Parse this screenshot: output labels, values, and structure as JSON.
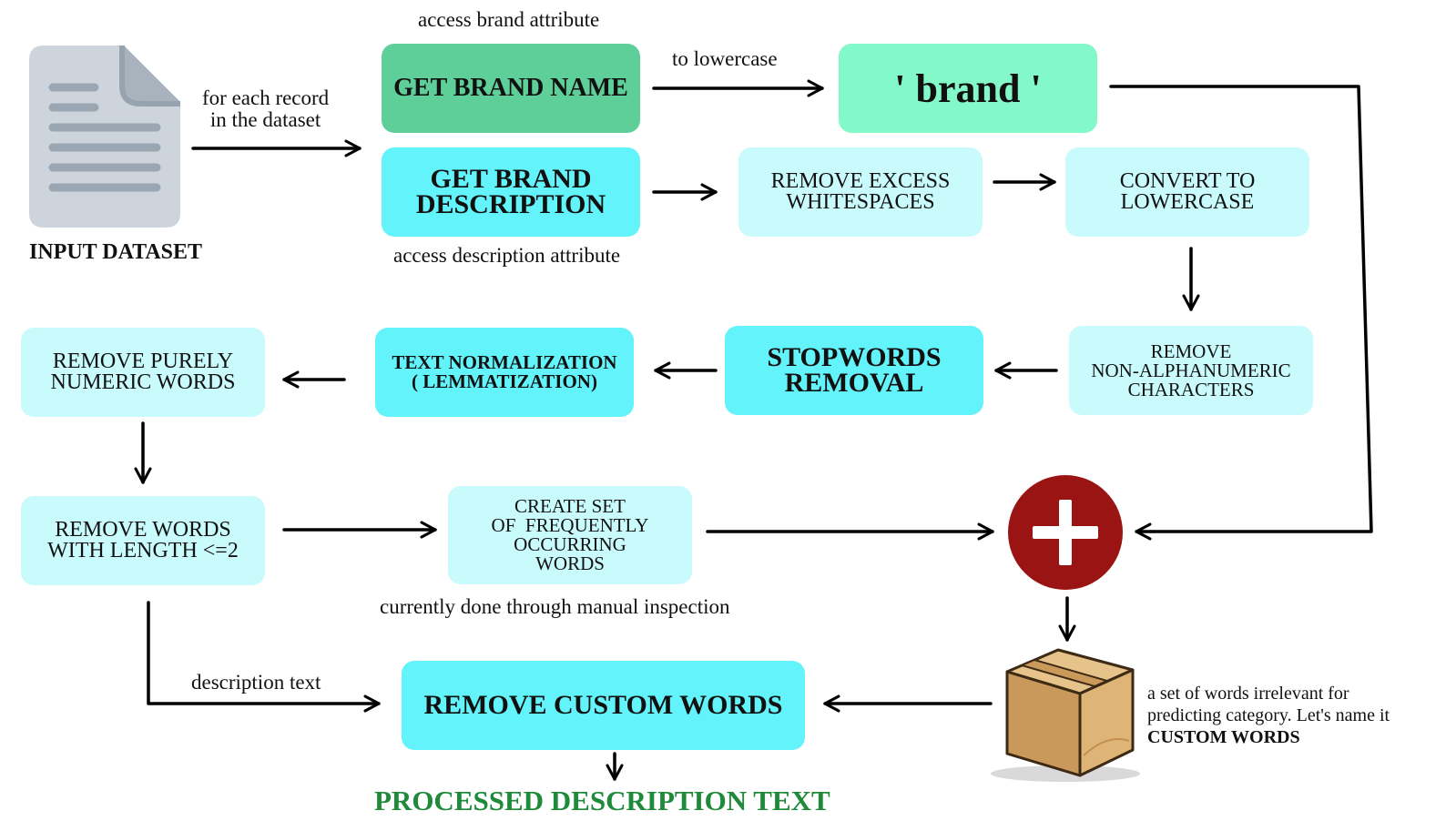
{
  "input": {
    "label": "INPUT DATASET"
  },
  "labels": {
    "for_each": "for each record\nin the dataset",
    "access_brand": "access brand attribute",
    "to_lowercase": "to lowercase",
    "access_description": "access description attribute",
    "manual": "currently done through manual inspection",
    "description_text": "description text",
    "custom_words_note_1": "a set of words irrelevant for",
    "custom_words_note_2": "predicting category. Let's name it",
    "custom_words_note_3": "CUSTOM WORDS"
  },
  "boxes": {
    "get_brand_name": "GET BRAND NAME",
    "brand": "' brand '",
    "get_brand_description": "GET BRAND\nDESCRIPTION",
    "remove_whitespaces": "REMOVE EXCESS\nWHITESPACES",
    "convert_lowercase": "CONVERT TO\nLOWERCASE",
    "remove_nonalnum": "REMOVE\nNON-ALPHANUMERIC\nCHARACTERS",
    "stopwords": "STOPWORDS\nREMOVAL",
    "text_normalization": "TEXT NORMALIZATION\n( LEMMATIZATION)",
    "remove_numeric": "REMOVE PURELY\nNUMERIC WORDS",
    "remove_short": "REMOVE WORDS\nWITH LENGTH <=2",
    "create_set": "CREATE SET\nOF  FREQUENTLY\nOCCURRING\nWORDS",
    "remove_custom": "REMOVE CUSTOM WORDS"
  },
  "output": {
    "label": "PROCESSED DESCRIPTION TEXT"
  },
  "colors": {
    "brand_name_box": "#5fcf9a",
    "brand_box": "#83f8c8",
    "cyan_box": "#63f4fb",
    "pale_box": "#c9fafc",
    "plus_circle": "#9b1414",
    "output_text": "#1e8a3a"
  },
  "icons": {
    "document": "document-icon",
    "plus": "plus-circle-icon",
    "box": "cardboard-box-icon"
  }
}
